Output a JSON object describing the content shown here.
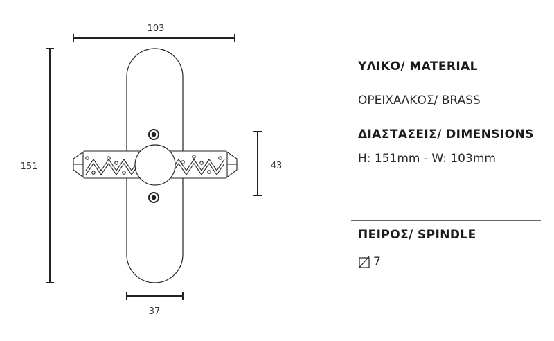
{
  "dimensions": {
    "overall_width": "103",
    "overall_height": "151",
    "lever_height": "43",
    "plate_width": "37"
  },
  "specs": {
    "material": {
      "heading": "ΥΛΙΚΟ/ MATERIAL",
      "value": "ΟΡΕΙΧΑΛΚΟΣ/ BRASS"
    },
    "dimensions": {
      "heading": "ΔΙΑΣΤΑΣΕΙΣ/ DIMENSIONS",
      "value": "H: 151mm - W: 103mm"
    },
    "spindle": {
      "heading": "ΠΕΙΡΟΣ/ SPINDLE",
      "value": "7",
      "symbol": "square-spindle-icon"
    }
  },
  "colors": {
    "line": "#222222",
    "rule": "#666666",
    "text": "#1e1e1e"
  }
}
